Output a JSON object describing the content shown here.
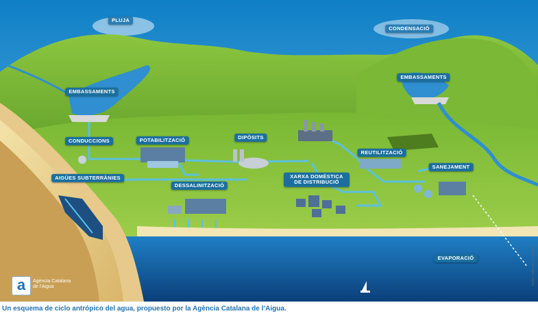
{
  "labels": {
    "pluja": "PLUJA",
    "condensacio": "CONDENSACIÓ",
    "embassaments_left": "EMBASSAMENTS",
    "embassaments_right": "EMBASSAMENTS",
    "conduccions": "CONDUCCIONS",
    "potabilitzacio": "POTABILITZACIÓ",
    "diposits": "DIPÒSITS",
    "reutilitzacio": "REUTILITZACIÓ",
    "sanejament": "SANEJAMENT",
    "aigues_subterranies": "AIGÜES SUBTERRÀNIES",
    "dessalinitzacio": "DESSALINITZACIÓ",
    "xarxa": "XARXA DOMÈSTICA DE DISTRIBUCIÓ",
    "evaporacio": "EVAPORACIÓ"
  },
  "logo": {
    "mark": "a",
    "text": "Agència Catalana\nde l'Aigua"
  },
  "credit": "Gràfics: Ediciones e Infografia",
  "caption": "Un esquema de ciclo antrópico del agua, propuesto por la Agència Catalana de l’Aigua.",
  "colors": {
    "label_bg": "#1b6f9e",
    "sky": "#1e8fd0",
    "hills": "#6fae2e",
    "sea": "#0f5fa0",
    "caption": "#1e74b5"
  }
}
